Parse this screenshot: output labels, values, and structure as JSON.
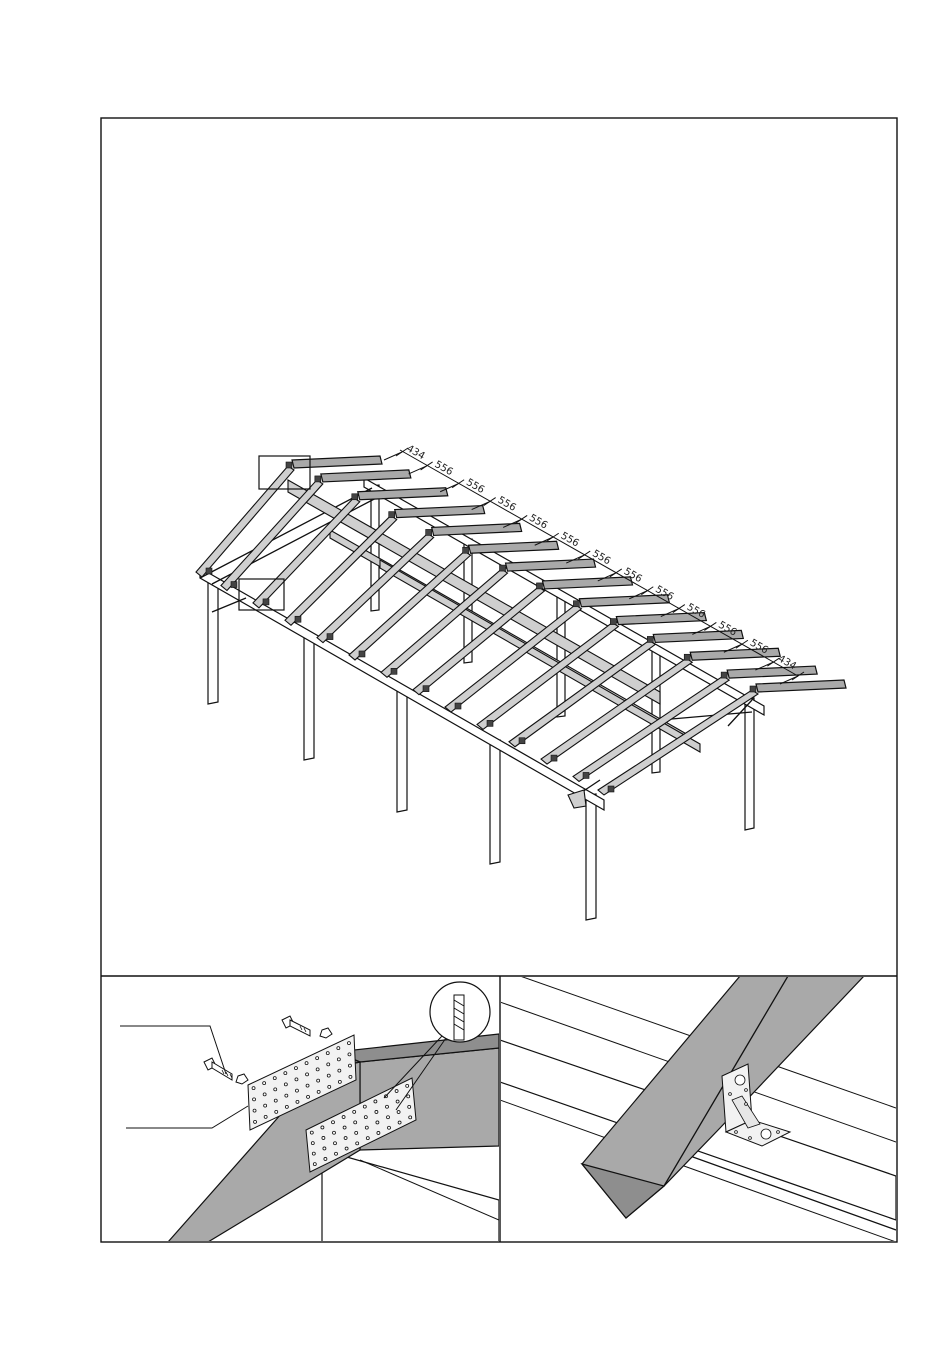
{
  "colors": {
    "line": "#111111",
    "wood_fill": "#a9a9a9",
    "wood_light": "#cfcfcf",
    "background": "#ffffff"
  },
  "dimensions": {
    "rafter_spacings_mm": [
      "434",
      "556",
      "556",
      "556",
      "556",
      "556",
      "556",
      "556",
      "556",
      "556",
      "556",
      "556",
      "434"
    ]
  },
  "panels": {
    "main": {
      "title": ""
    },
    "detail_left": {
      "title": ""
    },
    "detail_right": {
      "title": ""
    }
  },
  "icons": {
    "bolt": "hex-bolt-icon",
    "nut": "hex-nut-icon",
    "drill": "drill-bit-icon",
    "angle_bracket": "angle-bracket-icon",
    "nail_plate": "perforated-plate-icon"
  }
}
